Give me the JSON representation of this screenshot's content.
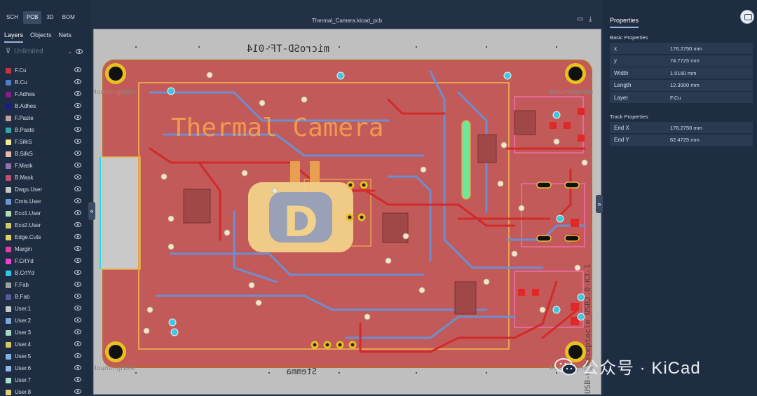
{
  "view_tabs": [
    {
      "label": "SCH",
      "active": false
    },
    {
      "label": "PCB",
      "active": true
    },
    {
      "label": "3D",
      "active": false
    },
    {
      "label": "BOM",
      "active": false
    }
  ],
  "sub_tabs": [
    {
      "label": "Layers",
      "active": true
    },
    {
      "label": "Objects",
      "active": false
    },
    {
      "label": "Nets",
      "active": false
    }
  ],
  "filter": {
    "value": "Unlimited"
  },
  "layers": [
    {
      "name": "F.Cu",
      "color": "#c8323a"
    },
    {
      "name": "B.Cu",
      "color": "#4d7fc4"
    },
    {
      "name": "F.Adhes",
      "color": "#8b1a8b"
    },
    {
      "name": "B.Adhes",
      "color": "#1a1a8b"
    },
    {
      "name": "F.Paste",
      "color": "#c4a0a0"
    },
    {
      "name": "B.Paste",
      "color": "#2fa6a6"
    },
    {
      "name": "F.SilkS",
      "color": "#f2ec8a"
    },
    {
      "name": "B.SilkS",
      "color": "#e8b8b0"
    },
    {
      "name": "F.Mask",
      "color": "#9070b0"
    },
    {
      "name": "B.Mask",
      "color": "#c04f70"
    },
    {
      "name": "Dwgs.User",
      "color": "#c8c8c8"
    },
    {
      "name": "Cmts.User",
      "color": "#6e96d4"
    },
    {
      "name": "Eco1.User",
      "color": "#b4dcb4"
    },
    {
      "name": "Eco2.User",
      "color": "#d4c86e"
    },
    {
      "name": "Edge.Cuts",
      "color": "#e0d060"
    },
    {
      "name": "Margin",
      "color": "#e040a0"
    },
    {
      "name": "F.CrtYd",
      "color": "#f040d0"
    },
    {
      "name": "B.CrtYd",
      "color": "#30c8e8"
    },
    {
      "name": "F.Fab",
      "color": "#a0a0a0"
    },
    {
      "name": "B.Fab",
      "color": "#5a5aa0"
    },
    {
      "name": "User.1",
      "color": "#c8c8c8"
    },
    {
      "name": "User.2",
      "color": "#7ea8d8"
    },
    {
      "name": "User.3",
      "color": "#a8d8c0"
    },
    {
      "name": "User.4",
      "color": "#d8c860"
    },
    {
      "name": "User.5",
      "color": "#80b0e0"
    },
    {
      "name": "User.6",
      "color": "#90b8e8"
    },
    {
      "name": "User.7",
      "color": "#a8e0c8"
    },
    {
      "name": "User.8",
      "color": "#e0d070"
    }
  ],
  "file_title": "Thermal_Camera.kicad_pcb",
  "board": {
    "title_text": "Thermal Camera",
    "top_label": "microSD-TF-014",
    "bottom_label": "Stemma",
    "side_label": "USB-C_Receptacle_USB2.0-K3-1",
    "hole_label_tl": "MountingHole",
    "hole_label_tr": "MountingHole",
    "hole_label_bl": "MountingHole",
    "hole_label_br": "MountingHole"
  },
  "properties": {
    "panel_title": "Properties",
    "basic_title": "Basic Properties",
    "basic": [
      {
        "key": "x",
        "value": "176.2750 mm"
      },
      {
        "key": "y",
        "value": "74.7725 mm"
      },
      {
        "key": "Width",
        "value": "1.0160 mm"
      },
      {
        "key": "Length",
        "value": "12.3000 mm"
      },
      {
        "key": "Layer",
        "value": "F.Cu"
      }
    ],
    "track_title": "Track Properties",
    "track": [
      {
        "key": "End X",
        "value": "176.2750 mm"
      },
      {
        "key": "End Y",
        "value": "62.4725 mm"
      }
    ]
  },
  "watermark": {
    "text": "公众号 · KiCad"
  }
}
